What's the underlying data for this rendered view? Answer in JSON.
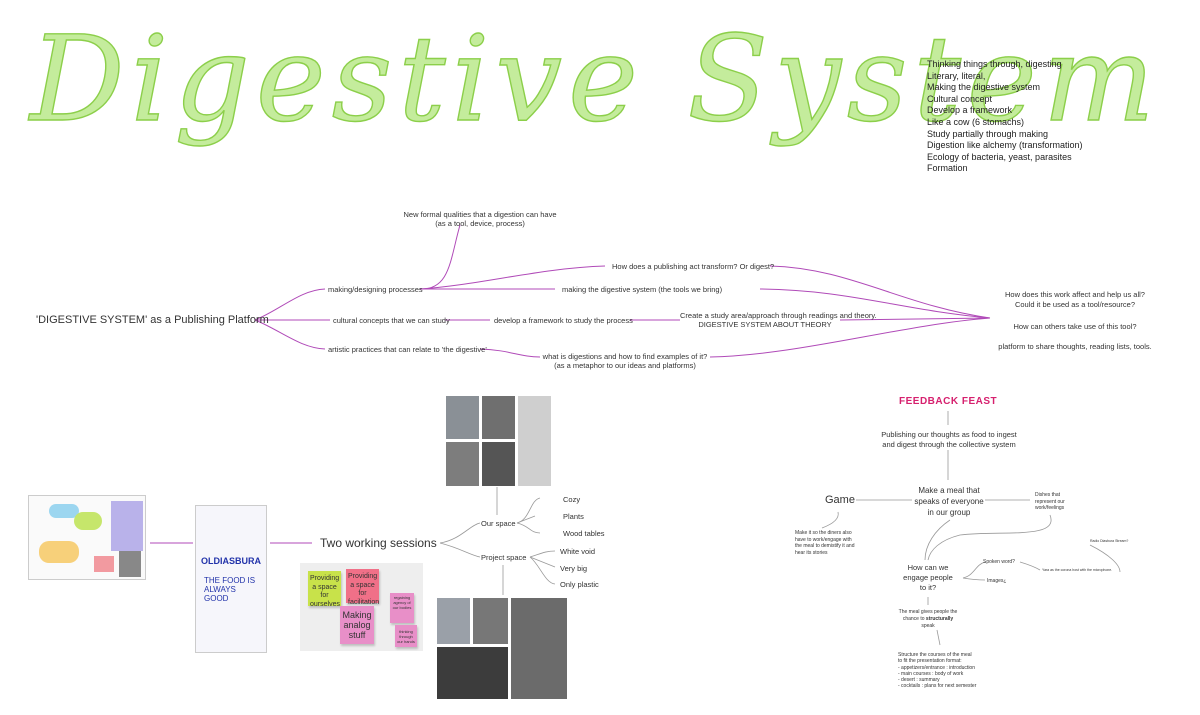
{
  "title": "Digestive System",
  "notes": [
    "Thinking things through, digesting",
    "Literary, literal,",
    "Making the digestive system",
    "Cultural concept",
    "Develop a framework",
    "Like a cow (6 stomachs)",
    "Study partially through making",
    "Digestion like alchemy (transformation)",
    "Ecology of bacteria, yeast, parasites",
    "Formation"
  ],
  "map": {
    "root": "'DIGESTIVE SYSTEM' as a Publishing Platform",
    "branch1": "making/designing processes",
    "branch2": "cultural concepts that we can study",
    "branch3": "artistic practices that can relate to 'the digestive'",
    "formal1": "New formal qualities that a digestion can have",
    "formal2": "(as a tool, device, process)",
    "transform": "How does a publishing act transform? Or digest?",
    "making": "making the digestive system (the tools we bring)",
    "framework": "develop a framework to study the process",
    "study1": "Create a study area/approach through readings and theory.",
    "study2": "DIGESTIVE SYSTEM ABOUT THEORY",
    "what1": "what is digestions and how to find examples of it?",
    "what2": "(as a metaphor to our ideas and platforms)",
    "out1": "How does this work affect and help us all?",
    "out2": "Could it be used as a tool/resource?",
    "out3": "How can others take use of this tool?",
    "out4": "platform to share thoughts, reading lists, tools."
  },
  "sessions": {
    "title": "Two working sessions",
    "our_space": "Our space",
    "our_items": [
      "Cozy",
      "Plants",
      "Wood tables"
    ],
    "project_space": "Project space",
    "project_items": [
      "White void",
      "Very big",
      "Only plastic"
    ],
    "poster_text": "OLDIASBURA",
    "poster_sub": "THE FOOD IS ALWAYS GOOD",
    "stickies": [
      "Providing a space for ourselves",
      "Providing a space for facilitation",
      "Making analog stuff",
      "regaining agency of our bodies",
      "thinking through our hands"
    ]
  },
  "feast": {
    "title": "FEEDBACK FEAST",
    "title_color": "#d6206e",
    "intro": "Publishing our thoughts as food to ingest and digest through the collective system",
    "game": "Game",
    "meal": "Make a meal that speaks of everyone in our group",
    "dishes": "Dishes that represent our work/feelings",
    "diners": "Make it so the diners also have to work/engage with the meal to demistify it and hear its stories",
    "engage": "How can we engage people to it?",
    "spoken": "Spoken word?",
    "images": "Images¿",
    "radio": "Radio Diasbura Stream?",
    "host": "Yara as the corona host with the microphone.",
    "chance_a": "The meal gives people the chance to",
    "chance_b": "structurally",
    "chance_c": "speak",
    "structure": [
      "Structure the courses of the meal",
      "to fit the presentation format:",
      "- appetizers/entrance : introduction",
      "- main courses : body of work",
      "- desert : summary",
      "- cocktails : plans for next semester"
    ]
  }
}
